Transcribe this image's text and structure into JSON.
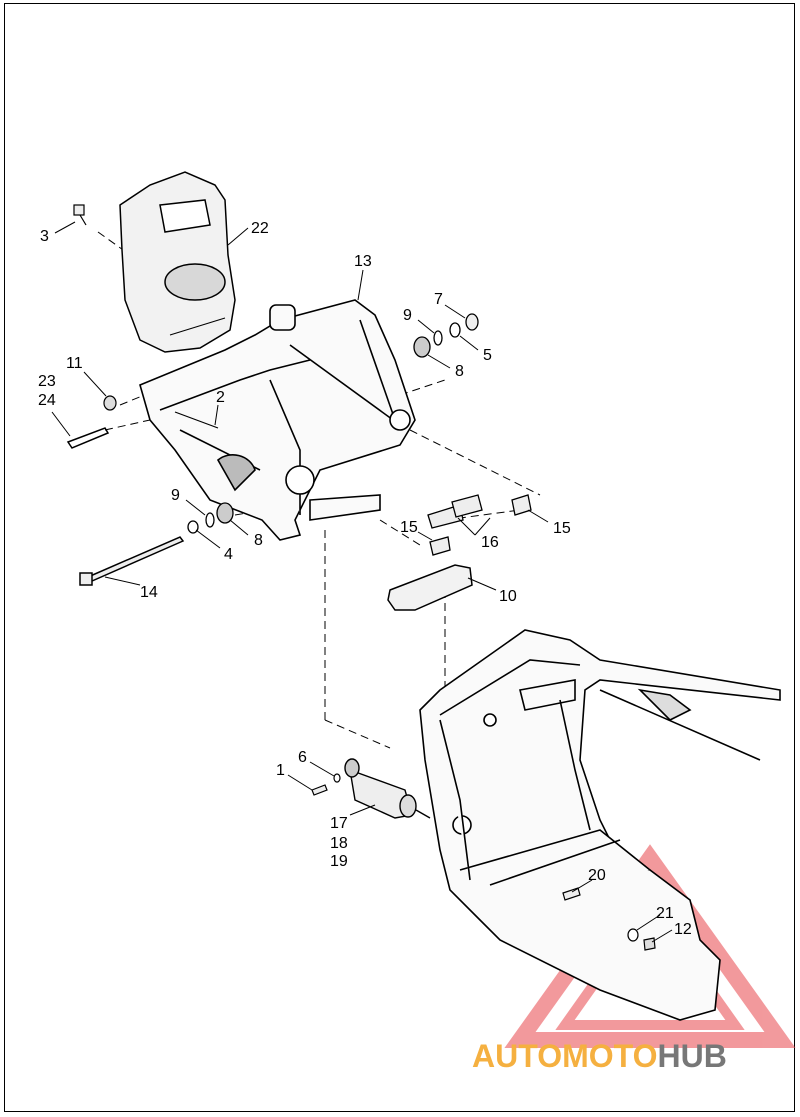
{
  "callouts": [
    {
      "id": "c3",
      "text": "3"
    },
    {
      "id": "c22",
      "text": "22"
    },
    {
      "id": "c13",
      "text": "13"
    },
    {
      "id": "c7",
      "text": "7"
    },
    {
      "id": "c9a",
      "text": "9"
    },
    {
      "id": "c5",
      "text": "5"
    },
    {
      "id": "c8a",
      "text": "8"
    },
    {
      "id": "c11",
      "text": "11"
    },
    {
      "id": "c23",
      "text": "23"
    },
    {
      "id": "c24",
      "text": "24"
    },
    {
      "id": "c2",
      "text": "2"
    },
    {
      "id": "c9b",
      "text": "9"
    },
    {
      "id": "c4",
      "text": "4"
    },
    {
      "id": "c8b",
      "text": "8"
    },
    {
      "id": "c14",
      "text": "14"
    },
    {
      "id": "c15a",
      "text": "15"
    },
    {
      "id": "c16",
      "text": "16"
    },
    {
      "id": "c15b",
      "text": "15"
    },
    {
      "id": "c10",
      "text": "10"
    },
    {
      "id": "c6",
      "text": "6"
    },
    {
      "id": "c1",
      "text": "1"
    },
    {
      "id": "c17",
      "text": "17"
    },
    {
      "id": "c18",
      "text": "18"
    },
    {
      "id": "c19",
      "text": "19"
    },
    {
      "id": "c20",
      "text": "20"
    },
    {
      "id": "c21",
      "text": "21"
    },
    {
      "id": "c12",
      "text": "12"
    }
  ],
  "watermark": {
    "part1": "AUTOMOTO",
    "part2": "HUB",
    "color1": "#f5b040",
    "color2": "#777777",
    "triangle_color": "#e8474c"
  }
}
